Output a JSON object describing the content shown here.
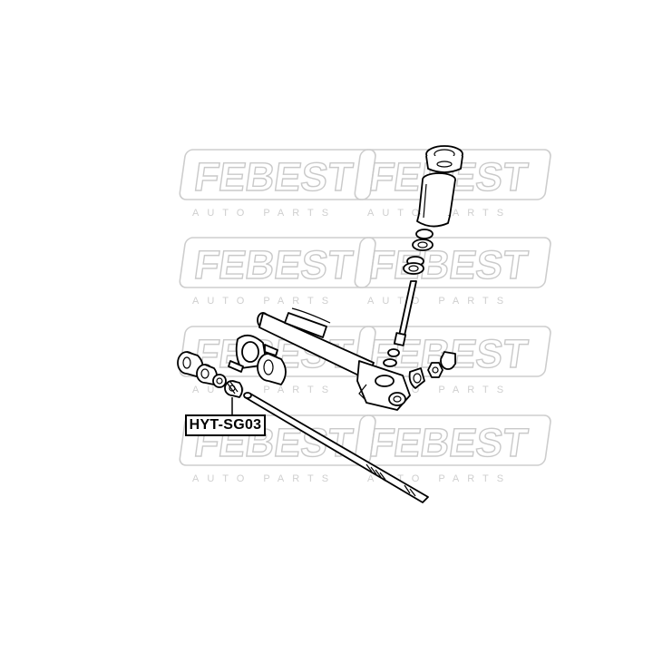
{
  "watermark": {
    "brand": "FEBEST",
    "tagline": "AUTO PARTS"
  },
  "part_label": "HYT-SG03",
  "colors": {
    "line": "#000000",
    "watermark": "#c9c9c9",
    "background": "#ffffff"
  }
}
